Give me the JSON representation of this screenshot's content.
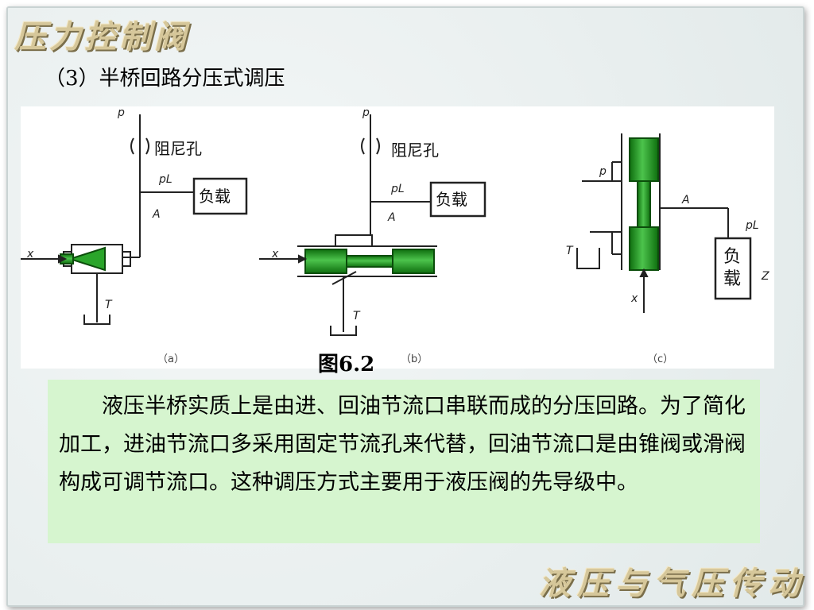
{
  "header": {
    "title": "压力控制阀"
  },
  "footer": {
    "title": "液压与气压传动"
  },
  "section": {
    "heading": "（3）半桥回路分压式调压"
  },
  "figure": {
    "caption": "图6.2",
    "labels": {
      "p": "p",
      "orifice": "阻尼孔",
      "pL": "pL",
      "load": "负载",
      "load_vertical_1": "负",
      "load_vertical_2": "载",
      "A": "A",
      "x": "x",
      "T": "T",
      "Z": "Z"
    },
    "sub_captions": {
      "a": "（a）",
      "b": "（b）",
      "c": "（c）"
    }
  },
  "body": {
    "text": "液压半桥实质上是由进、回油节流口串联而成的分压回路。为了简化加工，进油节流口多采用固定节流孔来代替，回油节流口是由锥阀或滑阀构成可调节流口。这种调压方式主要用于液压阀的先导级中。"
  },
  "colors": {
    "valve_green": "#1f9a1f",
    "text_box_bg": "#d6f5cf",
    "banner_gold": "#d6c79a"
  }
}
